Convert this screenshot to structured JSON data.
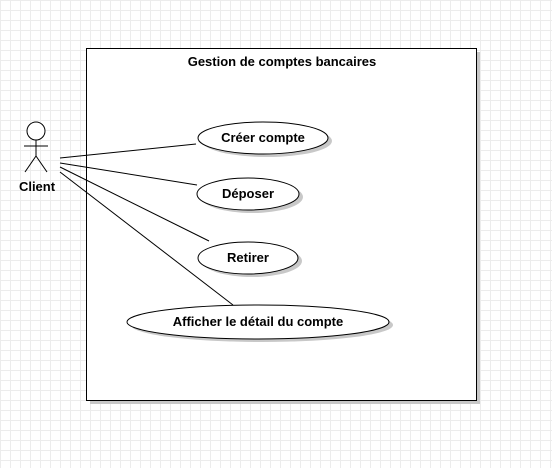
{
  "diagram": {
    "system_title": "Gestion de comptes bancaires",
    "actor": {
      "name": "Client",
      "icon": "stick-figure-actor-icon"
    },
    "use_cases": [
      {
        "label": "Créer compte"
      },
      {
        "label": "Déposer"
      },
      {
        "label": "Retirer"
      },
      {
        "label": "Afficher le détail du compte"
      }
    ],
    "colors": {
      "stroke": "#000000",
      "shadow": "#c8c8c8",
      "fill": "#ffffff",
      "grid": "#ececec"
    }
  }
}
